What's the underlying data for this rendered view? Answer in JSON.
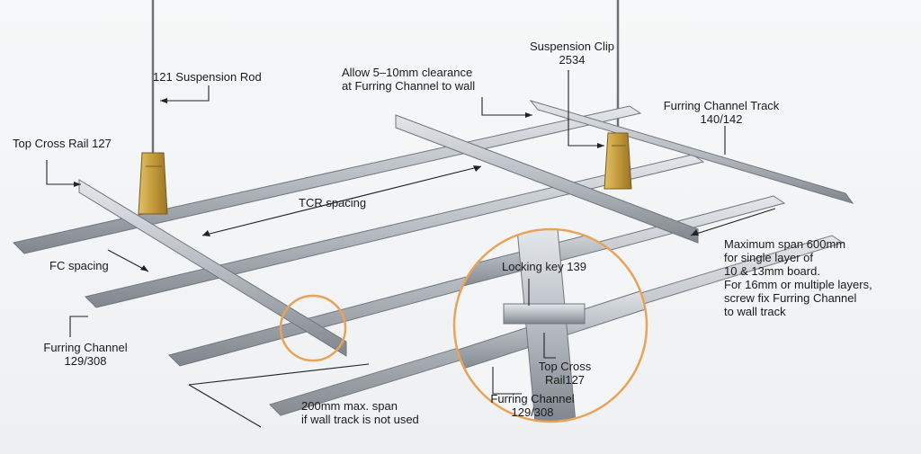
{
  "labels": {
    "suspension_rod": "121 Suspension Rod",
    "suspension_clip": [
      "Suspension Clip",
      "2534"
    ],
    "clearance": [
      "Allow 5–10mm clearance",
      "at Furring Channel to wall"
    ],
    "fc_track": [
      "Furring Channel Track",
      "140/142"
    ],
    "top_cross_rail": "Top Cross Rail 127",
    "tcr_spacing": "TCR spacing",
    "fc_spacing": "FC spacing",
    "furring_channel": [
      "Furring Channel",
      "129/308"
    ],
    "max_span": [
      "Maximum span 600mm",
      "for single layer of",
      "10 & 13mm board.",
      "For 16mm or multiple layers,",
      "screw fix Furring Channel",
      "to wall track"
    ],
    "locking_key": "Locking key 139",
    "inset_top_cross_rail": [
      "Top Cross",
      "Rail127"
    ],
    "inset_furring_channel": [
      "Furring Channel",
      "129/308"
    ],
    "span_200": [
      "200mm max. span",
      "if wall track is not used"
    ]
  },
  "colors": {
    "steel": "#b9bec4",
    "steel_dark": "#7d848b",
    "steel_light": "#dde1e5",
    "clip_gold": "#c9a449",
    "circle_orange": "#e8a35a",
    "leader": "#222222"
  },
  "icons": {
    "clip": "suspension-clip-icon",
    "rod": "suspension-rod-icon"
  }
}
